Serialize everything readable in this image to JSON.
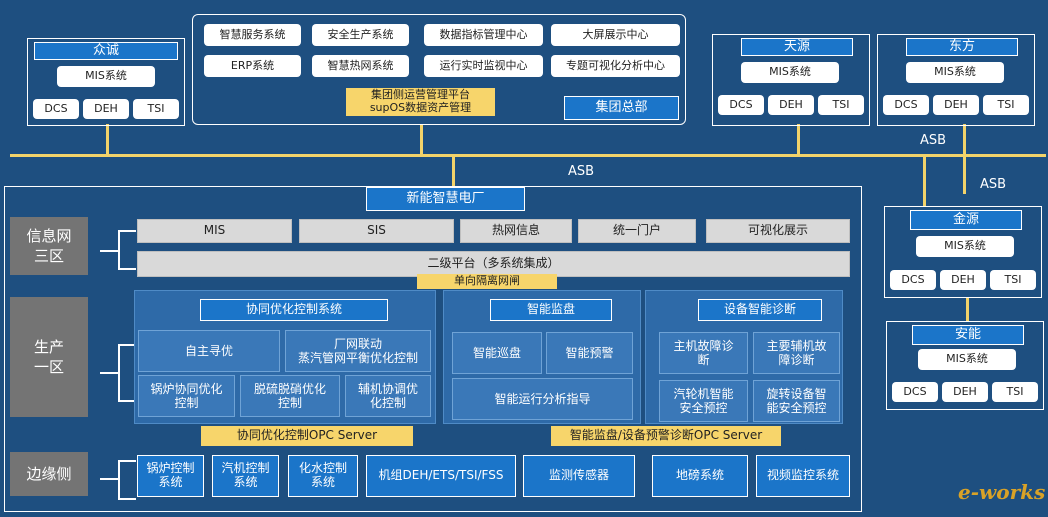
{
  "group": {
    "systems_row1": [
      "智慧服务系统",
      "安全生产系统",
      "数据指标管理中心",
      "大屏展示中心"
    ],
    "systems_row2": [
      "ERP系统",
      "智慧热网系统",
      "运行实时监视中心",
      "专题可视化分析中心"
    ],
    "platform_line1": "集团侧运营管理平台",
    "platform_line2": "supOS数据资产管理",
    "hq": "集团总部"
  },
  "plants": {
    "zhongcheng": {
      "title": "众诚",
      "mis": "MIS系统",
      "dcs": "DCS",
      "deh": "DEH",
      "tsi": "TSI"
    },
    "tianyuan": {
      "title": "天源",
      "mis": "MIS系统",
      "dcs": "DCS",
      "deh": "DEH",
      "tsi": "TSI"
    },
    "dongfang": {
      "title": "东方",
      "mis": "MIS系统",
      "dcs": "DCS",
      "deh": "DEH",
      "tsi": "TSI"
    },
    "jinyuan": {
      "title": "金源",
      "mis": "MIS系统",
      "dcs": "DCS",
      "deh": "DEH",
      "tsi": "TSI"
    },
    "anneng": {
      "title": "安能",
      "mis": "MIS系统",
      "dcs": "DCS",
      "deh": "DEH",
      "tsi": "TSI"
    }
  },
  "bus": {
    "asb_main": "ASB",
    "asb_right1": "ASB",
    "asb_right2": "ASB"
  },
  "plant": {
    "title": "新能智慧电厂",
    "zones": {
      "info": "信息网\n三区",
      "prod": "生产\n一区",
      "edge": "边缘侧"
    },
    "info_systems": [
      "MIS",
      "SIS",
      "热网信息",
      "统一门户",
      "可视化展示"
    ],
    "level2": "二级平台（多系统集成）",
    "isolation": "单向隔离网闸",
    "coop": {
      "title": "协同优化控制系统",
      "items": [
        "自主寻优",
        "厂网联动\n蒸汽管网平衡优化控制",
        "锅炉协同优化\n控制",
        "脱硫脱硝优化\n控制",
        "辅机协调优\n化控制"
      ]
    },
    "monitor": {
      "title": "智能监盘",
      "items": [
        "智能巡盘",
        "智能预警",
        "智能运行分析指导"
      ]
    },
    "diag": {
      "title": "设备智能诊断",
      "items": [
        "主机故障诊\n断",
        "主要辅机故\n障诊断",
        "汽轮机智能\n安全预控",
        "旋转设备智\n能安全预控"
      ]
    },
    "opc_left": "协同优化控制OPC Server",
    "opc_right": "智能监盘/设备预警诊断OPC Server",
    "edge_systems": [
      "锅炉控制\n系统",
      "汽机控制\n系统",
      "化水控制\n系统",
      "机组DEH/ETS/TSI/FSS",
      "监测传感器",
      "地磅系统",
      "视频监控系统"
    ]
  },
  "watermark": "e-works"
}
